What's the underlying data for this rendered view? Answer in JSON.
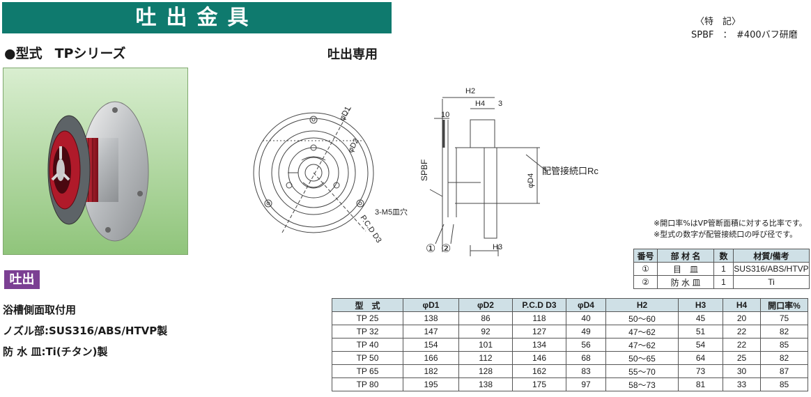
{
  "header": {
    "title": "吐出金具",
    "special_note_heading": "〈特　記〉",
    "special_note_value": "SPBF　：　#400バフ研磨"
  },
  "model_line": {
    "bullet_label": "●型式",
    "series": "TPシリーズ"
  },
  "dedicated_label": "吐出専用",
  "drawing_labels": {
    "d1": "φD1",
    "d2": "φD2",
    "holes": "3-M5皿穴",
    "pcd": "P.C.D D3",
    "h2": "H2",
    "h4": "H4",
    "dim3": "3",
    "dim10": "10",
    "spbf": "SPBF",
    "d4": "φD4",
    "pipe": "配管接続口Rc",
    "h3": "H3",
    "part1": "①",
    "part2": "②"
  },
  "tag": "吐出",
  "description": {
    "mount": "浴槽側面取付用",
    "nozzle": "ノズル部:SUS316/ABS/HTVP製",
    "washer": "防 水 皿:Ti(チタン)製"
  },
  "notes": [
    "※開口率%はVP管断面積に対する比率です。",
    "※型式の数字が配管接続口の呼び径です。"
  ],
  "parts_table": {
    "headers": [
      "番号",
      "部 材 名",
      "数",
      "材質/備考"
    ],
    "rows": [
      [
        "①",
        "目　皿",
        "1",
        "SUS316/ABS/HTVP"
      ],
      [
        "②",
        "防 水 皿",
        "1",
        "Ti"
      ]
    ]
  },
  "spec_table": {
    "headers": [
      "型　式",
      "φD1",
      "φD2",
      "P.C.D D3",
      "φD4",
      "H2",
      "H3",
      "H4",
      "開口率%"
    ],
    "rows": [
      [
        "TP 25",
        "138",
        "86",
        "118",
        "40",
        "50～60",
        "45",
        "20",
        "75"
      ],
      [
        "TP 32",
        "147",
        "92",
        "127",
        "49",
        "47～62",
        "51",
        "22",
        "82"
      ],
      [
        "TP 40",
        "154",
        "101",
        "134",
        "56",
        "47～62",
        "54",
        "22",
        "85"
      ],
      [
        "TP 50",
        "166",
        "112",
        "146",
        "68",
        "50～65",
        "64",
        "25",
        "82"
      ],
      [
        "TP 65",
        "182",
        "128",
        "162",
        "83",
        "55～70",
        "73",
        "30",
        "87"
      ],
      [
        "TP 80",
        "195",
        "138",
        "175",
        "97",
        "58～73",
        "81",
        "33",
        "85"
      ]
    ]
  },
  "colors": {
    "banner": "#0f7a6e",
    "tag": "#7b3f93",
    "table_header": "#cfe0e6",
    "nozzle_red": "#b01a2a"
  }
}
